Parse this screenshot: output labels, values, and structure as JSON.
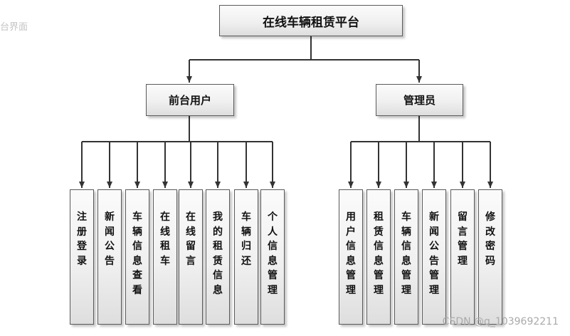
{
  "side_hint": "台界面",
  "root": {
    "label": "在线车辆租赁平台"
  },
  "branches": [
    {
      "label": "前台用户",
      "children": [
        "注册登录",
        "新闻公告",
        "车辆信息查看",
        "在线租车",
        "在线留言",
        "我的租赁信息",
        "车辆归还",
        "个人信息管理"
      ]
    },
    {
      "label": "管理员",
      "children": [
        "用户信息管理",
        "租赁信息管理",
        "车辆信息管理",
        "新闻公告管理",
        "留言管理",
        "修改密码"
      ]
    }
  ],
  "watermark": "CSDN @q_1039692211"
}
